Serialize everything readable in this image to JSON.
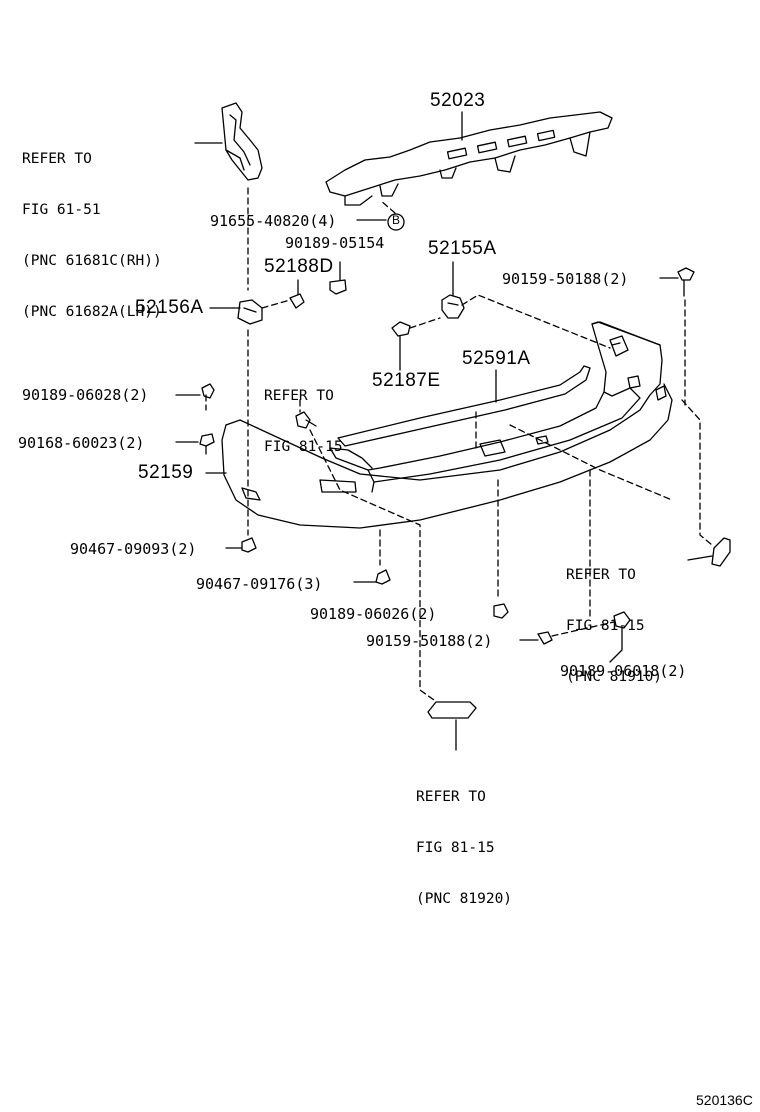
{
  "part_numbers": {
    "p52023": "52023",
    "p52155A": "52155A",
    "p52188D": "52188D",
    "p52156A": "52156A",
    "p52591A": "52591A",
    "p52187E": "52187E",
    "p52159": "52159"
  },
  "fasteners": {
    "f91655": "91655-40820(4)",
    "f90189_05154": "90189-05154",
    "f90159_top": "90159-50188(2)",
    "f90189_06028": "90189-06028(2)",
    "f90168": "90168-60023(2)",
    "f90467_09093": "90467-09093(2)",
    "f90467_09176": "90467-09176(3)",
    "f90189_06026": "90189-06026(2)",
    "f90159_bottom": "90159-50188(2)",
    "f90189_06018": "90189-06018(2)"
  },
  "marker_b": "B",
  "refs": {
    "ref_6151": [
      "REFER TO",
      "FIG 61-51",
      "(PNC 61681C(RH))",
      "(PNC 61682A(LH))"
    ],
    "ref_8115_mid": [
      "REFER TO",
      "FIG 81-15"
    ],
    "ref_81910": [
      "REFER TO",
      "FIG 81-15",
      "(PNC 81910)"
    ],
    "ref_81920": [
      "REFER TO",
      "FIG 81-15",
      "(PNC 81920)"
    ]
  },
  "illustration_code": "520136C"
}
